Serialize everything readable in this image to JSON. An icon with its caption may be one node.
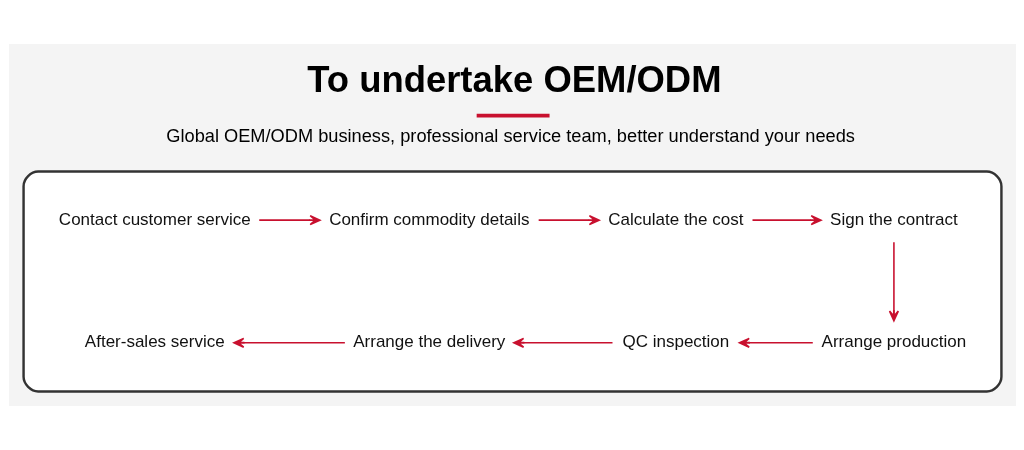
{
  "diagram": {
    "title": "To undertake OEM/ODM",
    "caption": "Global OEM/ODM business, professional service team, better understand your needs",
    "nodes": [
      {
        "text": [],
        "shape": "box"
      },
      {
        "text": [
          "Contact customer service"
        ],
        "in": 0
      },
      {
        "text": [
          "Confirm commodity details"
        ],
        "in": 0
      },
      {
        "text": [
          "Calculate the cost"
        ],
        "in": 0
      },
      {
        "text": [
          "Sign the contract"
        ],
        "in": 0
      },
      {
        "text": [
          "Arrange production"
        ],
        "in": 0
      },
      {
        "text": [
          "QC inspection"
        ],
        "in": 0
      },
      {
        "text": [
          "Arrange the delivery"
        ],
        "in": 0
      },
      {
        "text": [
          "After-sales service"
        ],
        "in": 0
      }
    ],
    "edges": [
      {
        "from": 1,
        "to": 2,
        "arrow": "to"
      },
      {
        "from": 2,
        "to": 3,
        "arrow": "to"
      },
      {
        "from": 3,
        "to": 4,
        "arrow": "to"
      },
      {
        "from": 4,
        "to": 5,
        "arrow": "to"
      },
      {
        "from": 5,
        "to": 6,
        "arrow": "to"
      },
      {
        "from": 6,
        "to": 7,
        "arrow": "to"
      },
      {
        "from": 7,
        "to": 8,
        "arrow": "to"
      }
    ]
  }
}
